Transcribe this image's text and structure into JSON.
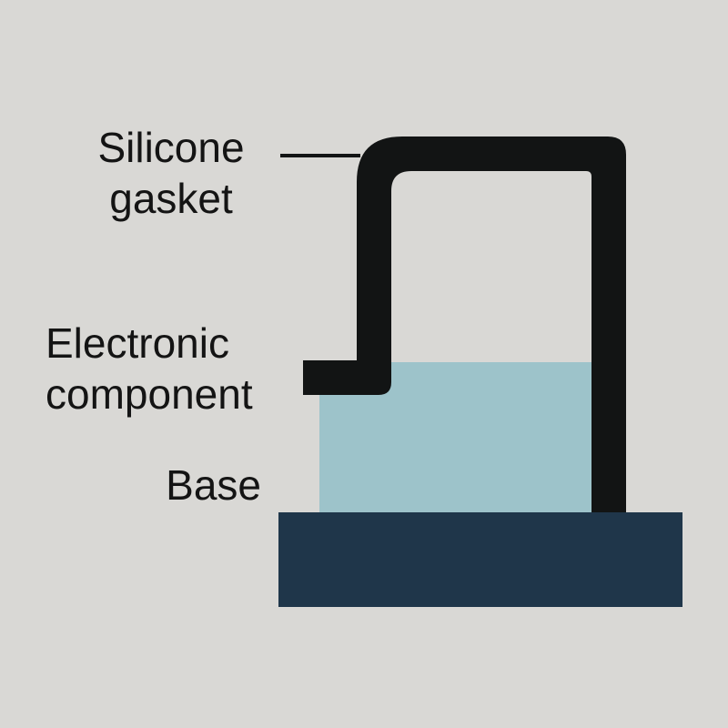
{
  "labels": {
    "gasket": [
      "Silicone",
      "gasket"
    ],
    "component": [
      "Electronic",
      "component"
    ],
    "base": "Base"
  },
  "colors": {
    "background": "#d9d8d5",
    "gasket": "#121414",
    "component": "#9dc3ca",
    "base": "#1f364a",
    "text": "#141414"
  }
}
